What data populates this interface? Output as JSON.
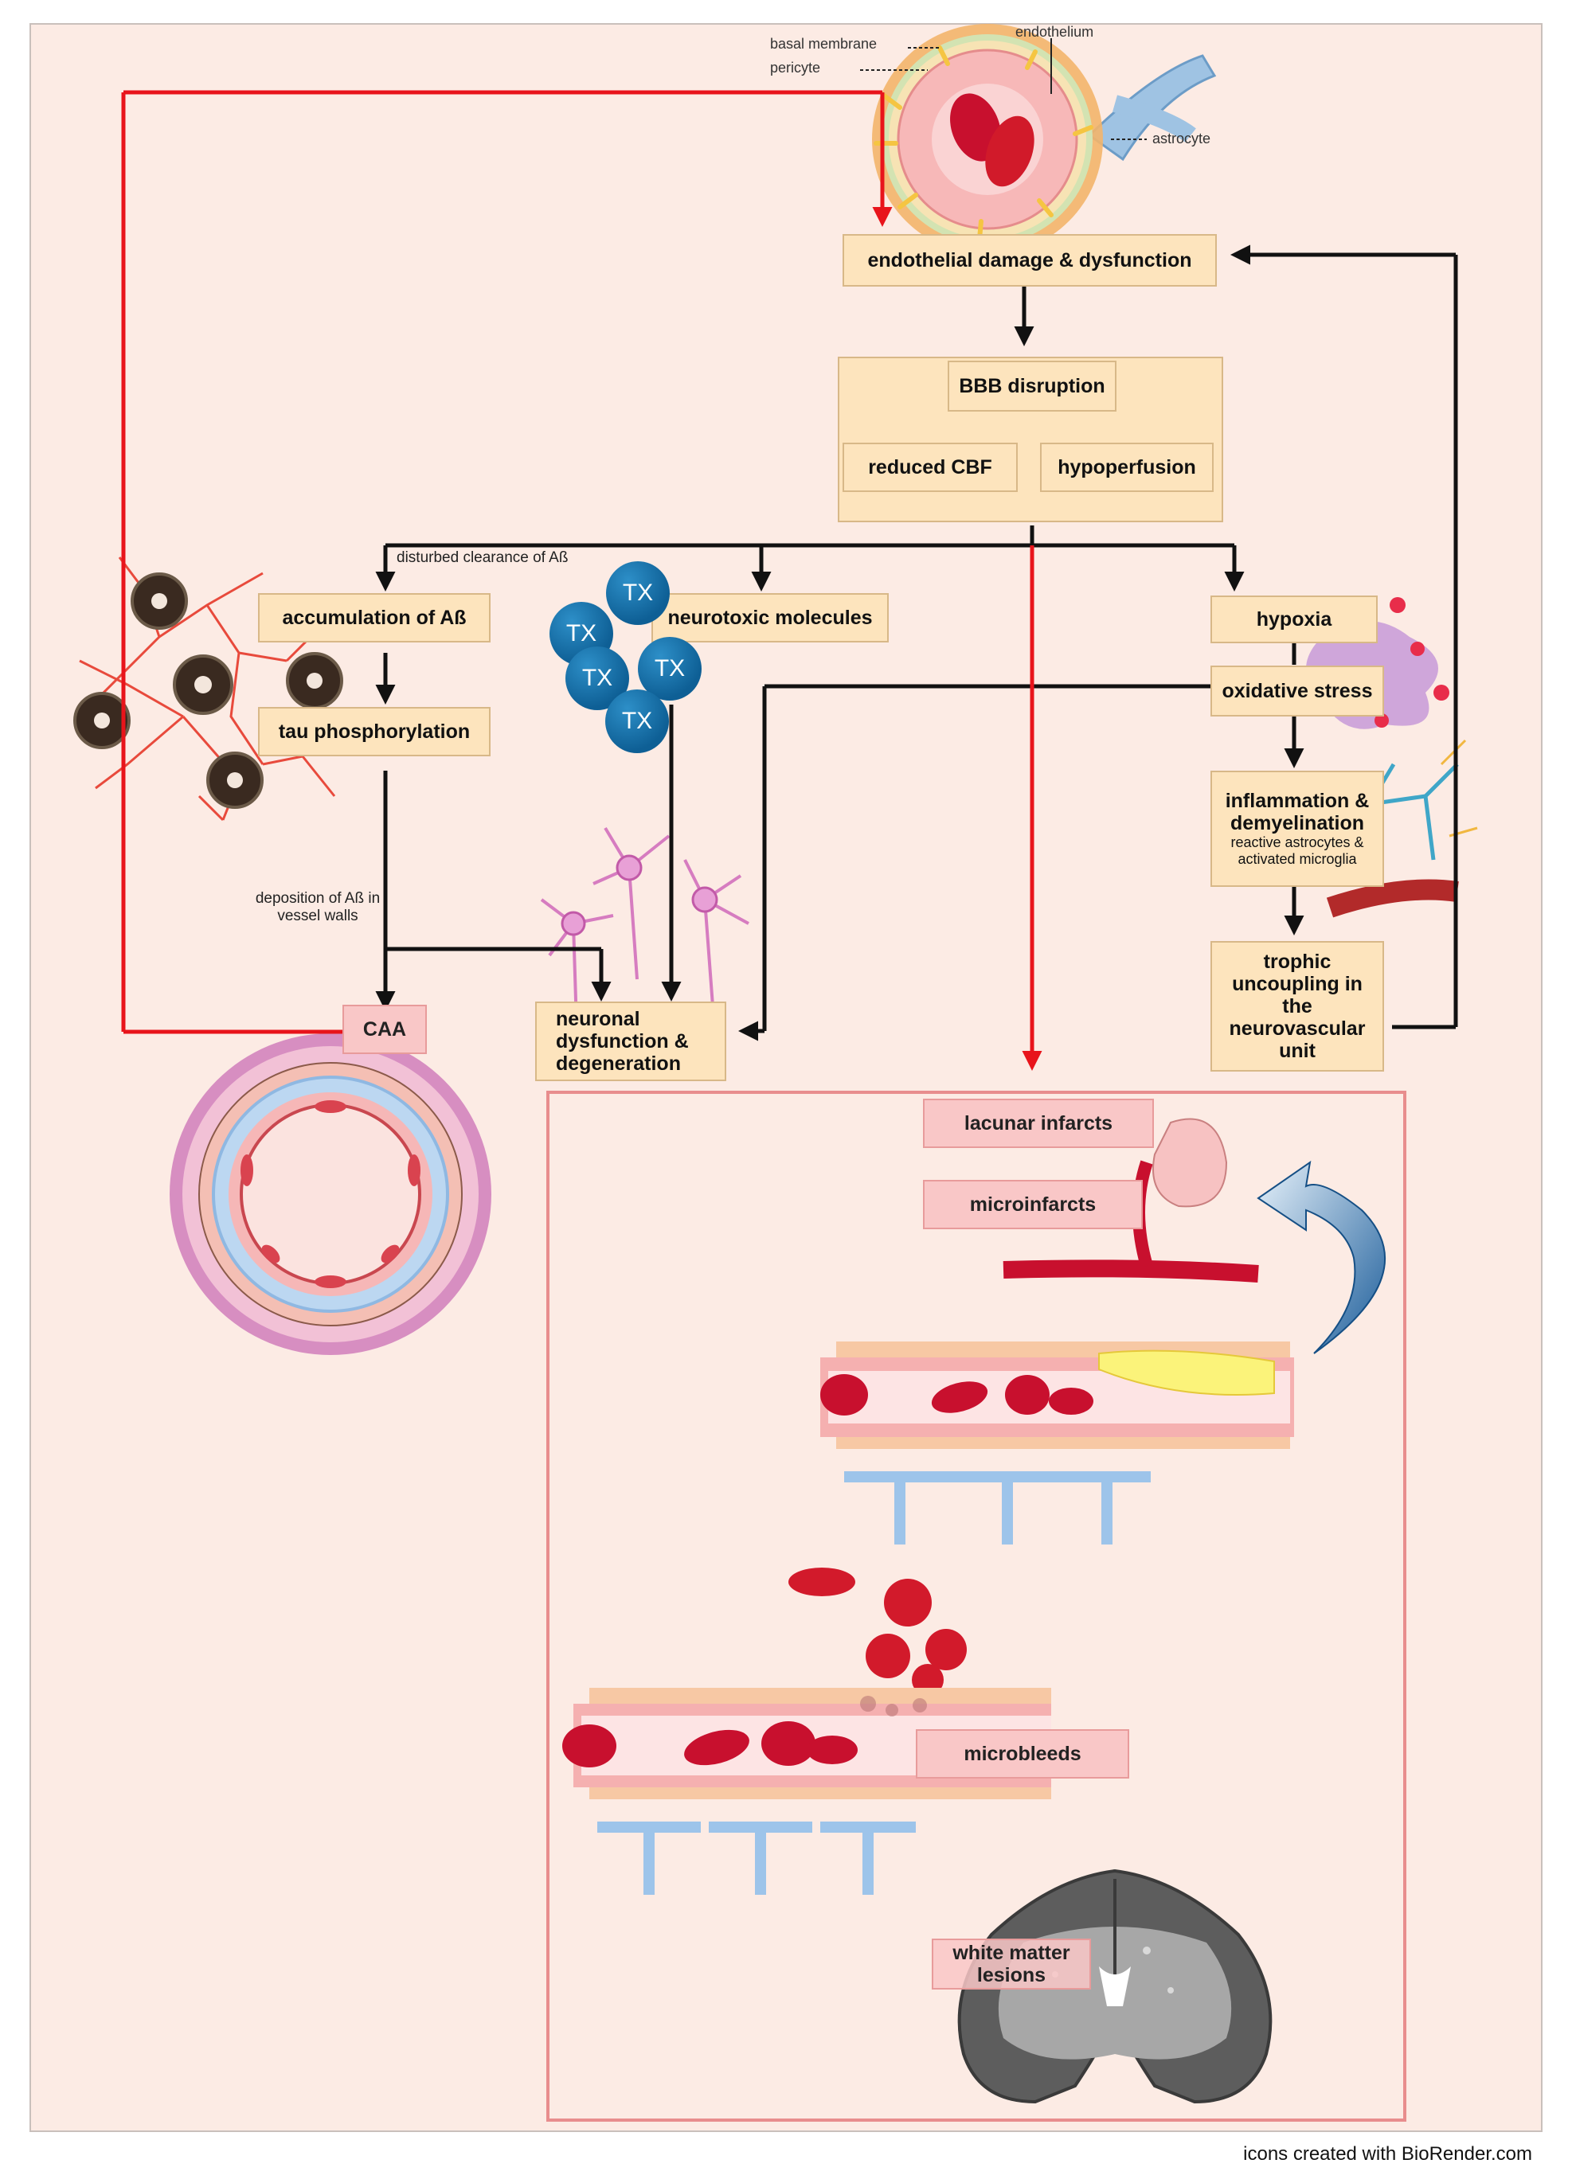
{
  "labels": {
    "endothelium": "endothelium",
    "basal_membrane": "basal membrane",
    "pericyte": "pericyte",
    "astrocyte": "astrocyte",
    "disturbed_clearance": "disturbed clearance of Aß",
    "deposition": "deposition of Aß in vessel walls"
  },
  "boxes": {
    "endothelial_damage": "endothelial damage & dysfunction",
    "bbb_disruption": "BBB disruption",
    "reduced_cbf": "reduced CBF",
    "hypoperfusion": "hypoperfusion",
    "accumulation": "accumulation of Aß",
    "tau": "tau phosphorylation",
    "neurotoxic": "neurotoxic molecules",
    "hypoxia": "hypoxia",
    "oxidative": "oxidative stress",
    "inflammation_title": "inflammation & demyelination",
    "inflammation_sub": "reactive astrocytes & activated microglia",
    "trophic": "trophic uncoupling in the neurovascular unit",
    "caa": "CAA",
    "neuronal": "neuronal dysfunction & degeneration",
    "lacunar": "lacunar infarcts",
    "microinfarcts": "microinfarcts",
    "microbleeds": "microbleeds",
    "white_matter": "white matter lesions"
  },
  "tx_label": "TX",
  "footer": "icons created with BioRender.com",
  "colors": {
    "background": "#fcebe4",
    "box_fill": "#fde4bd",
    "pink_box_fill": "#f9c7c7",
    "red_arrow": "#e8141b",
    "black_arrow": "#111111",
    "tx_blue": "#1476b5"
  }
}
